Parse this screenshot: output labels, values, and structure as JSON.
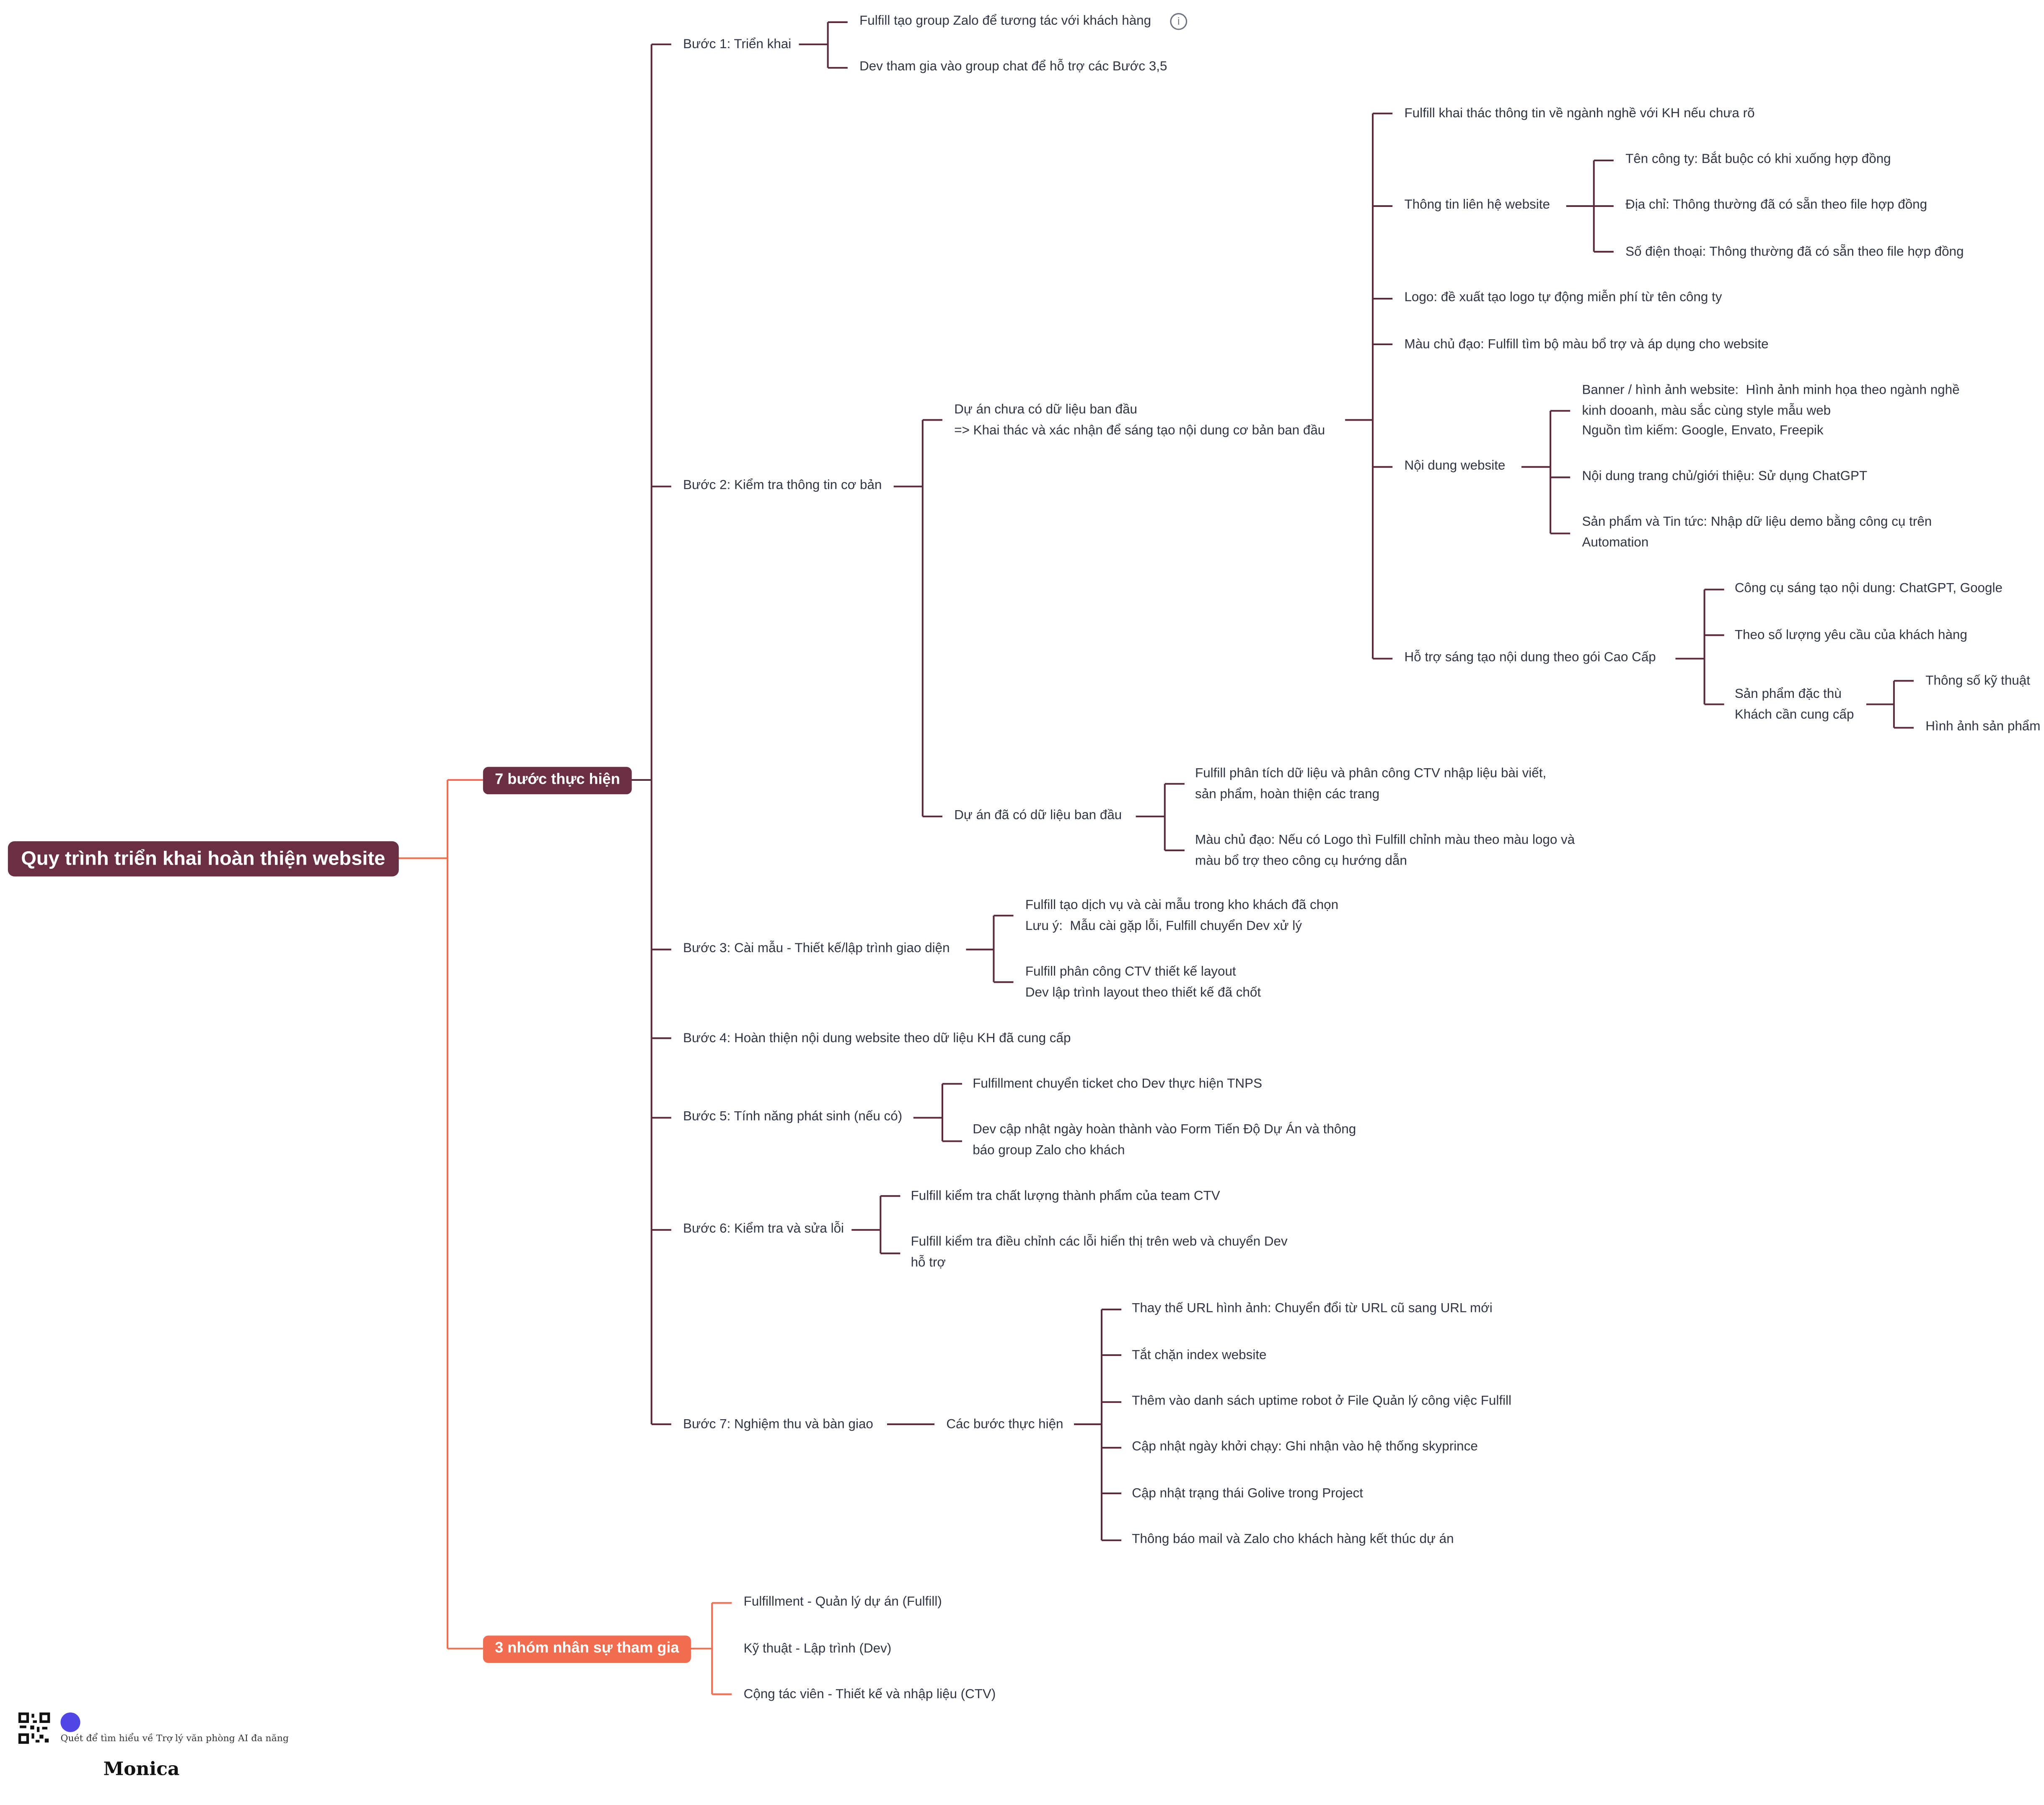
{
  "colors": {
    "root": "#6b2f44",
    "branch_dark": "#6b2f44",
    "branch_orange": "#f26c4f",
    "line_dark": "#5a2a3a"
  },
  "mindmap": {
    "root": "Quy trình triển khai hoàn thiện website",
    "steps_branch": "7 bước thực hiện",
    "step1": {
      "label": "Bước 1: Triển khai",
      "c1": "Fulfill tạo group Zalo để tương tác với khách hàng",
      "info_icon": "info-icon",
      "c2": "Dev tham gia vào group chat để hỗ trợ các Bước 3,5"
    },
    "step2": {
      "label": "Bước 2: Kiểm tra thông tin cơ bản",
      "a": {
        "label": "Dự án chưa có dữ liệu ban đầu\n=> Khai thác và xác nhận để sáng tạo nội dung cơ bản ban đầu",
        "c1": "Fulfill khai thác thông tin về ngành nghề với KH nếu chưa rõ",
        "contact": {
          "label": "Thông tin liên hệ website",
          "c1": "Tên công ty: Bắt buộc có khi xuống hợp đồng",
          "c2": "Địa chỉ: Thông thường đã có sẵn theo file hợp đồng",
          "c3": "Số điện thoại: Thông thường đã có sẵn theo file hợp đồng"
        },
        "logo": "Logo: đề xuất tạo logo tự động miễn phí từ tên công ty",
        "color": "Màu chủ đạo: Fulfill tìm bộ màu bổ trợ và áp dụng cho website",
        "content": {
          "label": "Nội dung website",
          "c1": "Banner / hình ảnh website:  Hình ảnh minh họa theo ngành nghề\nkinh dooanh, màu sắc cùng style mẫu web\nNguồn tìm kiếm: Google, Envato, Freepik",
          "c2": "Nội dung trang chủ/giới thiệu: Sử dụng ChatGPT",
          "c3": "Sản phẩm và Tin tức: Nhập dữ liệu demo bằng công cụ trên\nAutomation"
        },
        "premium": {
          "label": "Hỗ trợ sáng tạo nội dung theo gói Cao Cấp",
          "c1": "Công cụ sáng tạo nội dung: ChatGPT, Google",
          "c2": "Theo số lượng yêu cầu của khách hàng",
          "c3": {
            "label": "Sản phẩm đặc thù\nKhách cần cung cấp",
            "c1": "Thông số kỹ thuật",
            "c2": "Hình ảnh sản phẩm"
          }
        }
      },
      "b": {
        "label": "Dự án đã có dữ liệu ban đầu",
        "c1": "Fulfill phân tích dữ liệu và phân công CTV nhập liệu bài viết,\nsản phẩm, hoàn thiện các trang",
        "c2": "Màu chủ đạo: Nếu có Logo thì Fulfill chỉnh màu theo màu logo và\nmàu bổ trợ theo công cụ hướng dẫn"
      }
    },
    "step3": {
      "label": "Bước 3: Cài mẫu - Thiết kế/lập trình giao diện",
      "c1": "Fulfill tạo dịch vụ và cài mẫu trong kho khách đã chọn\nLưu ý:  Mẫu cài gặp lỗi, Fulfill chuyển Dev xử lý",
      "c2": "Fulfill phân công CTV thiết kế layout\nDev lập trình layout theo thiết kế đã chốt"
    },
    "step4": {
      "label": "Bước 4: Hoàn thiện nội dung website theo dữ liệu KH đã cung cấp"
    },
    "step5": {
      "label": "Bước 5: Tính năng phát sinh (nếu có)",
      "c1": "Fulfillment chuyển ticket cho Dev thực hiện TNPS",
      "c2": "Dev cập nhật ngày hoàn thành vào Form Tiến Độ Dự Án và thông\nbáo group Zalo cho khách"
    },
    "step6": {
      "label": "Bước 6: Kiểm tra và sửa lỗi",
      "c1": "Fulfill kiểm tra chất lượng thành phẩm của team CTV",
      "c2": "Fulfill kiểm tra điều chỉnh các lỗi hiển thị trên web và chuyển Dev\nhỗ trợ"
    },
    "step7": {
      "label": "Bước 7: Nghiệm thu và bàn giao",
      "sub": "Các bước thực hiện",
      "c1": "Thay thế URL hình ảnh: Chuyển đổi từ URL cũ sang URL mới",
      "c2": "Tắt chặn index website",
      "c3": "Thêm vào danh sách uptime robot ở File Quản lý công việc Fulfill",
      "c4": "Cập nhật ngày khởi chạy: Ghi nhận vào hệ thống skyprince",
      "c5": "Cập nhật trạng thái Golive trong Project",
      "c6": "Thông báo mail và Zalo cho khách hàng kết thúc dự án"
    },
    "team_branch": "3 nhóm nhân sự tham gia",
    "team": {
      "c1": "Fulfillment - Quản lý dự án (Fulfill)",
      "c2": "Kỹ thuật - Lập trình (Dev)",
      "c3": "Cộng tác viên - Thiết kế và nhập liệu (CTV)"
    }
  },
  "footer": {
    "brand": "Monica",
    "tagline": "Quét để tìm hiểu về Trợ lý văn phòng AI đa năng",
    "qr_icon": "qr-code-icon"
  }
}
